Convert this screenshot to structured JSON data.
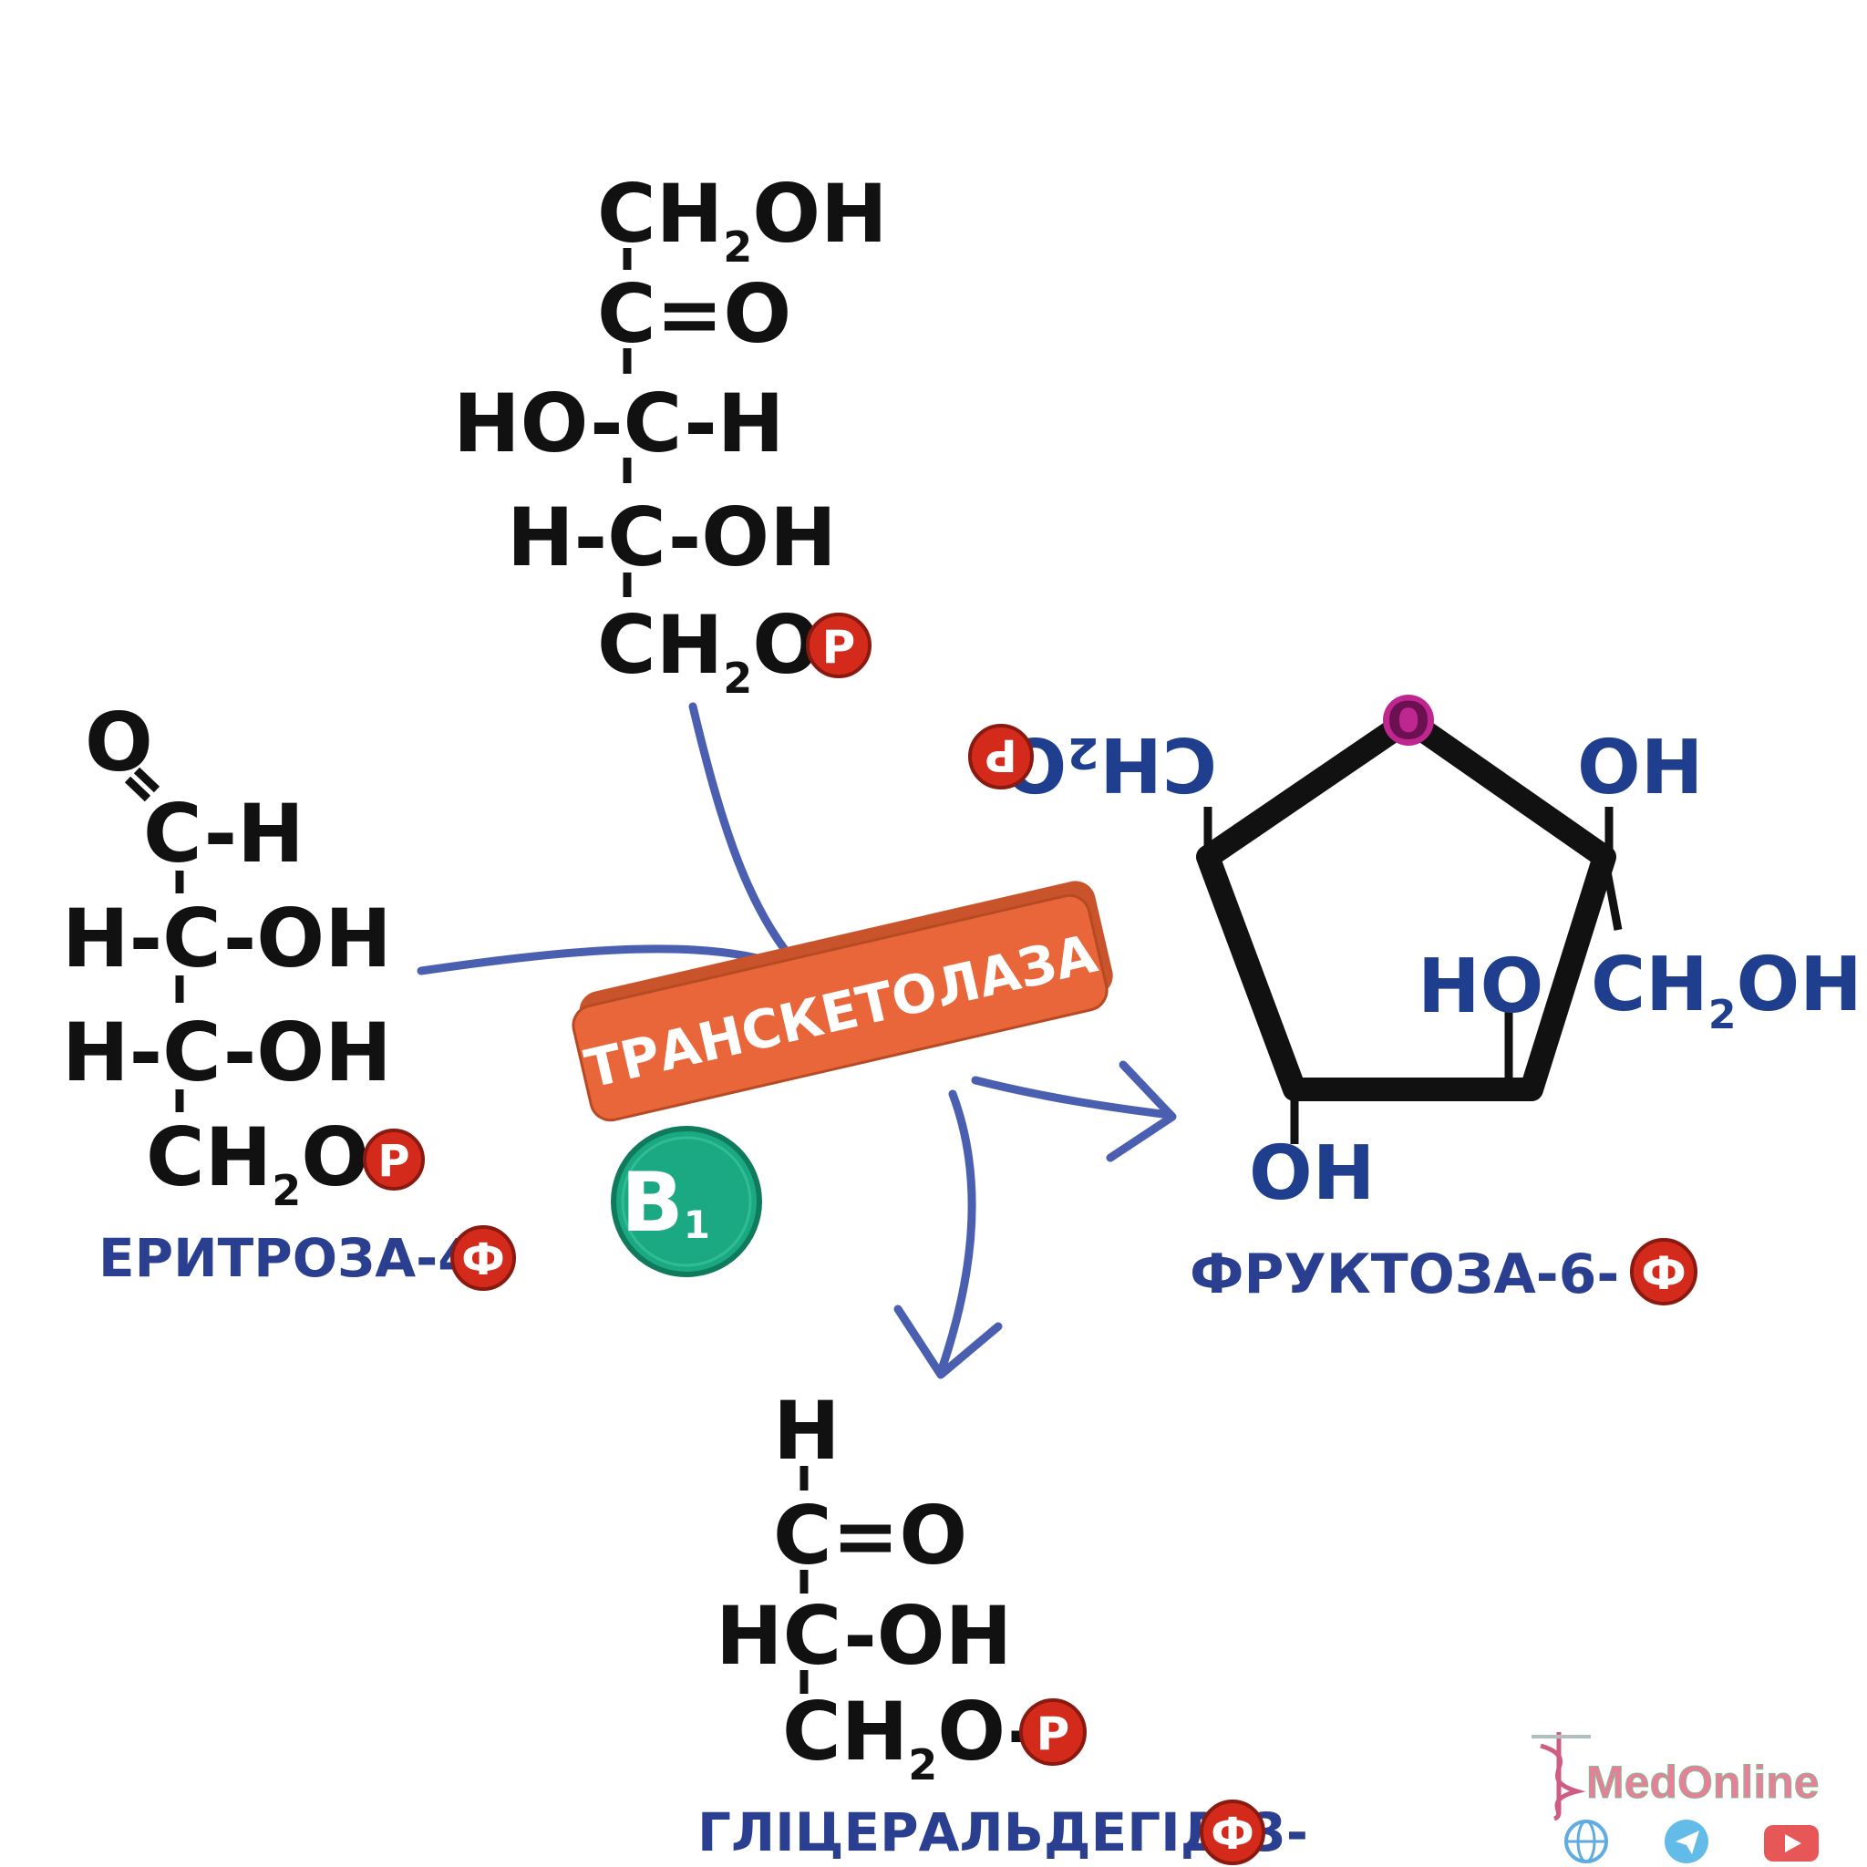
{
  "ribulose": {
    "line1": "CH",
    "line1_sub": "2",
    "line1_end": "OH",
    "line2": "C=O",
    "line3": "HO-C-H",
    "line4": "H-C-OH",
    "line5": "CH",
    "line5_sub": "2",
    "line5_end": "O-",
    "p": "P"
  },
  "erythrose": {
    "o_top": "O",
    "line1": "C-H",
    "line2": "H-C-OH",
    "line3": "H-C-OH",
    "line4": "CH",
    "line4_sub": "2",
    "line4_end": "O-",
    "p": "P",
    "name": "ЕРИТРОЗА-4-",
    "phi": "Ф"
  },
  "fructose": {
    "ring_o": "O",
    "ch2o_label": "CH₂O-",
    "p": "P",
    "oh_top_right": "OH",
    "ch2oh": "CH",
    "ch2oh_sub": "2",
    "ch2oh_end": "OH",
    "ho_inner": "HO",
    "oh_bottom": "OH",
    "name": "ФРУКТОЗА-6-",
    "phi": "Ф"
  },
  "glyceraldehyde": {
    "line1": "H",
    "line2": "C=O",
    "line3": "HC-OH",
    "line4": "CH",
    "line4_sub": "2",
    "line4_end": "O-",
    "p": "P",
    "name": "ГЛІЦЕРАЛЬДЕГІД-3-",
    "phi": "Ф"
  },
  "enzyme": {
    "name": "ТРАНСКЕТОЛАЗА",
    "cofactor": "B",
    "cofactor_sub": "1"
  },
  "watermark": {
    "brand": "MedOnline",
    "icons": [
      "globe-icon",
      "telegram-icon",
      "youtube-icon"
    ]
  },
  "colors": {
    "arrow": "#4b5fb0",
    "enzyme": "#e8663a",
    "cofactor": "#1aa982",
    "phosphate": "#d32a1c",
    "ring_oxygen": "#c0268f",
    "label": "#2a3f8f",
    "fructose_groups": "#1f3f8e"
  }
}
